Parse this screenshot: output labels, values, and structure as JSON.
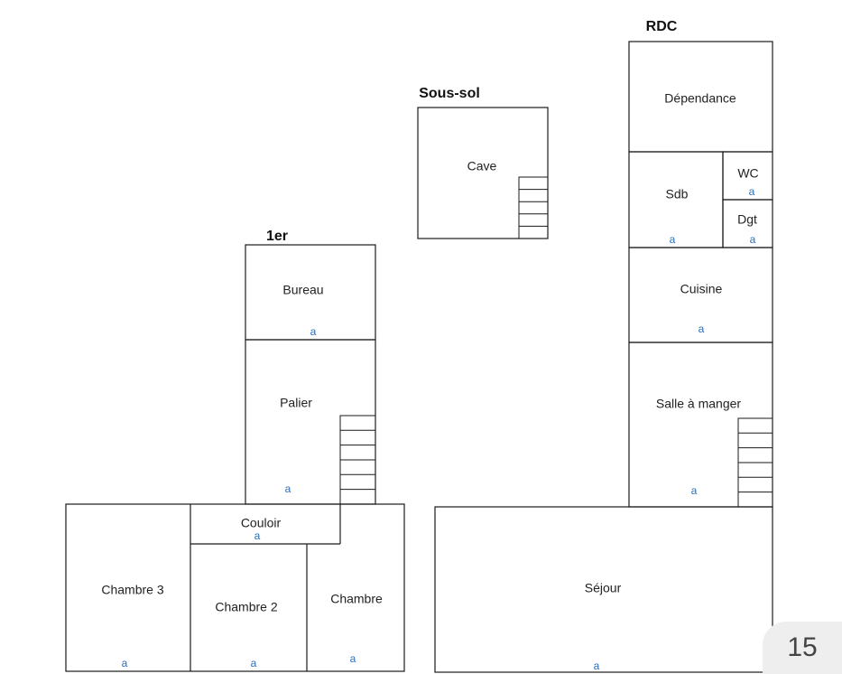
{
  "levels": {
    "rdc": "RDC",
    "sous_sol": "Sous-sol",
    "premier": "1er"
  },
  "rooms": {
    "dependance": "Dépendance",
    "sdb": "Sdb",
    "wc": "WC",
    "dgt": "Dgt",
    "cuisine": "Cuisine",
    "salle_a_manger": "Salle à manger",
    "sejour": "Séjour",
    "cave": "Cave",
    "bureau": "Bureau",
    "palier": "Palier",
    "couloir": "Couloir",
    "chambre3": "Chambre 3",
    "chambre2": "Chambre 2",
    "chambre": "Chambre"
  },
  "marker": "a",
  "page_number": "15"
}
